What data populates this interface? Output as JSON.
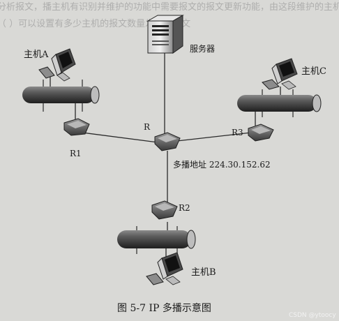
{
  "nodes": {
    "server": "服务器",
    "host_a": "主机A",
    "host_b": "主机B",
    "host_c": "主机C",
    "router_center": "R",
    "router_1": "R1",
    "router_2": "R2",
    "router_3": "R3"
  },
  "multicast_label": "多播地址 224.30.152.62",
  "caption": "图 5-7   IP 多播示意图",
  "watermark": "CSDN @ytoocy",
  "top_bleed": [
    "分析报文，播主机有识别并维护的功能中需要报文的报文更新功能，由这段维护的主机",
    "（  ）可以设置有多少主机的报文数量发生的报文"
  ]
}
